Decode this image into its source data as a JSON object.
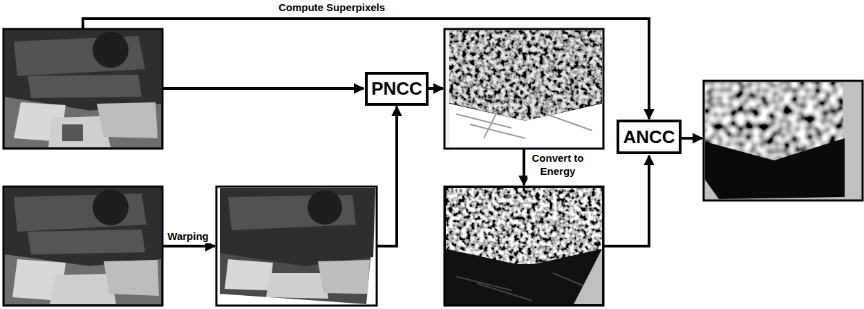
{
  "diagram": {
    "nodes": [
      {
        "text": [
          "PNCC"
        ]
      },
      {
        "text": [
          "ANCC"
        ]
      }
    ],
    "labels": [
      "Compute Superpixels",
      "Warping",
      "Convert to Energy"
    ]
  }
}
